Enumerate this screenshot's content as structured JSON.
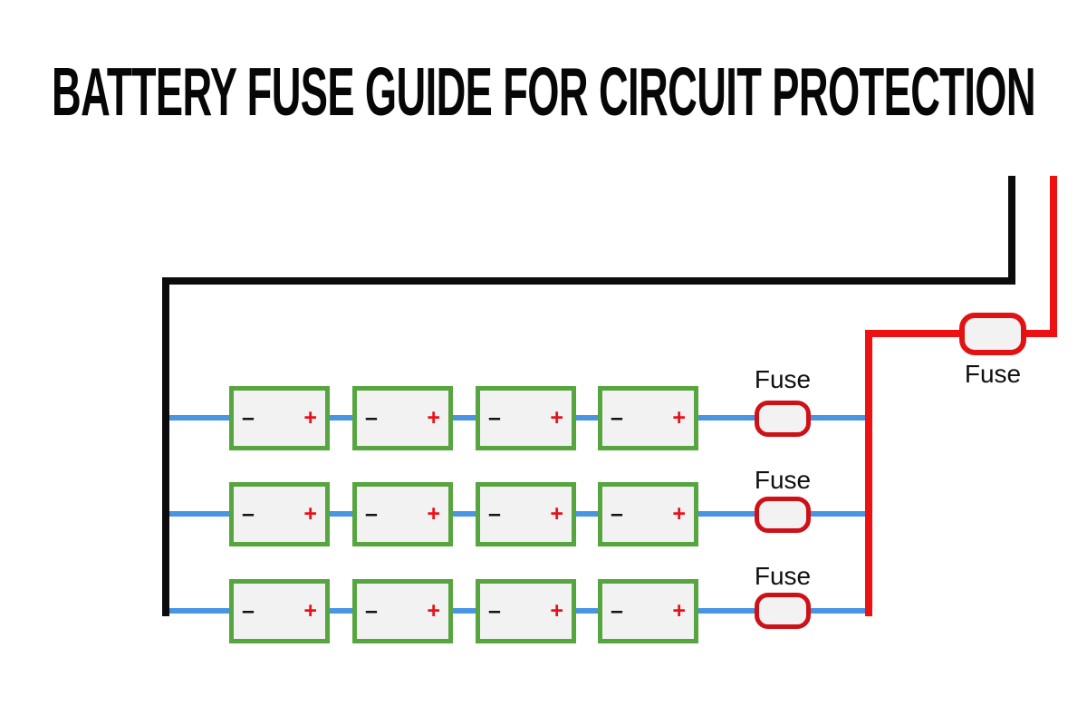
{
  "title": "BATTERY FUSE GUIDE FOR CIRCUIT PROTECTION",
  "diagram": {
    "battery": {
      "negative_terminal": "–",
      "positive_terminal": "+"
    },
    "batteries_per_row": 4,
    "rows": [
      {
        "name": "row-1",
        "fuse_label": "Fuse"
      },
      {
        "name": "row-2",
        "fuse_label": "Fuse"
      },
      {
        "name": "row-3",
        "fuse_label": "Fuse"
      }
    ],
    "main_fuse_label": "Fuse",
    "colors": {
      "battery_border_green": "#57a53f",
      "component_fill_gray": "#f2f2f2",
      "wire_blue": "#4a94e4",
      "wire_black": "#0c0c0c",
      "wire_red": "#ee1111",
      "row_fuse_border_red": "#cf1117",
      "main_fuse_border_red": "#e31212",
      "positive_terminal_red": "#e8131a",
      "title_black": "#070707"
    }
  }
}
